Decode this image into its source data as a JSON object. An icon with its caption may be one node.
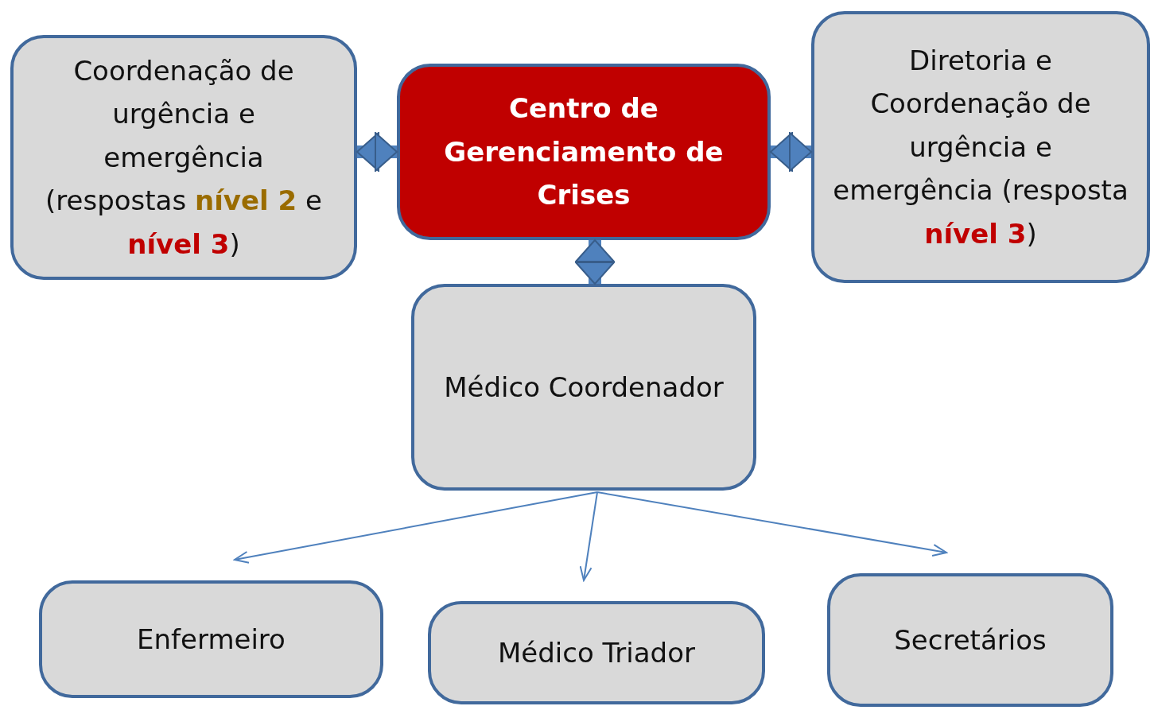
{
  "diagram": {
    "nodes": [
      {
        "text": [
          "Coordenação de urgência e emergência (respostas **nível 2** e **nível 3**)"
        ]
      },
      {
        "text": [
          "Centro de Gerenciamento de Crises"
        ]
      },
      {
        "text": [
          "Diretoria e Coordenação de urgência e emergência (resposta **nível 3**)"
        ]
      },
      {
        "text": [
          "Médico Coordenador"
        ]
      },
      {
        "text": [
          "Enfermeiro"
        ]
      },
      {
        "text": [
          "Médico Triador"
        ]
      },
      {
        "text": [
          "Secretários"
        ]
      }
    ],
    "edges": [
      {
        "from": 0,
        "to": 1,
        "arrow": "both",
        "style": "thick"
      },
      {
        "from": 1,
        "to": 2,
        "arrow": "both",
        "style": "thick"
      },
      {
        "from": 1,
        "to": 3,
        "arrow": "both",
        "style": "thick"
      },
      {
        "from": 3,
        "to": 4,
        "arrow": "to"
      },
      {
        "from": 3,
        "to": 5,
        "arrow": "to"
      },
      {
        "from": 3,
        "to": 6,
        "arrow": "to"
      }
    ]
  }
}
